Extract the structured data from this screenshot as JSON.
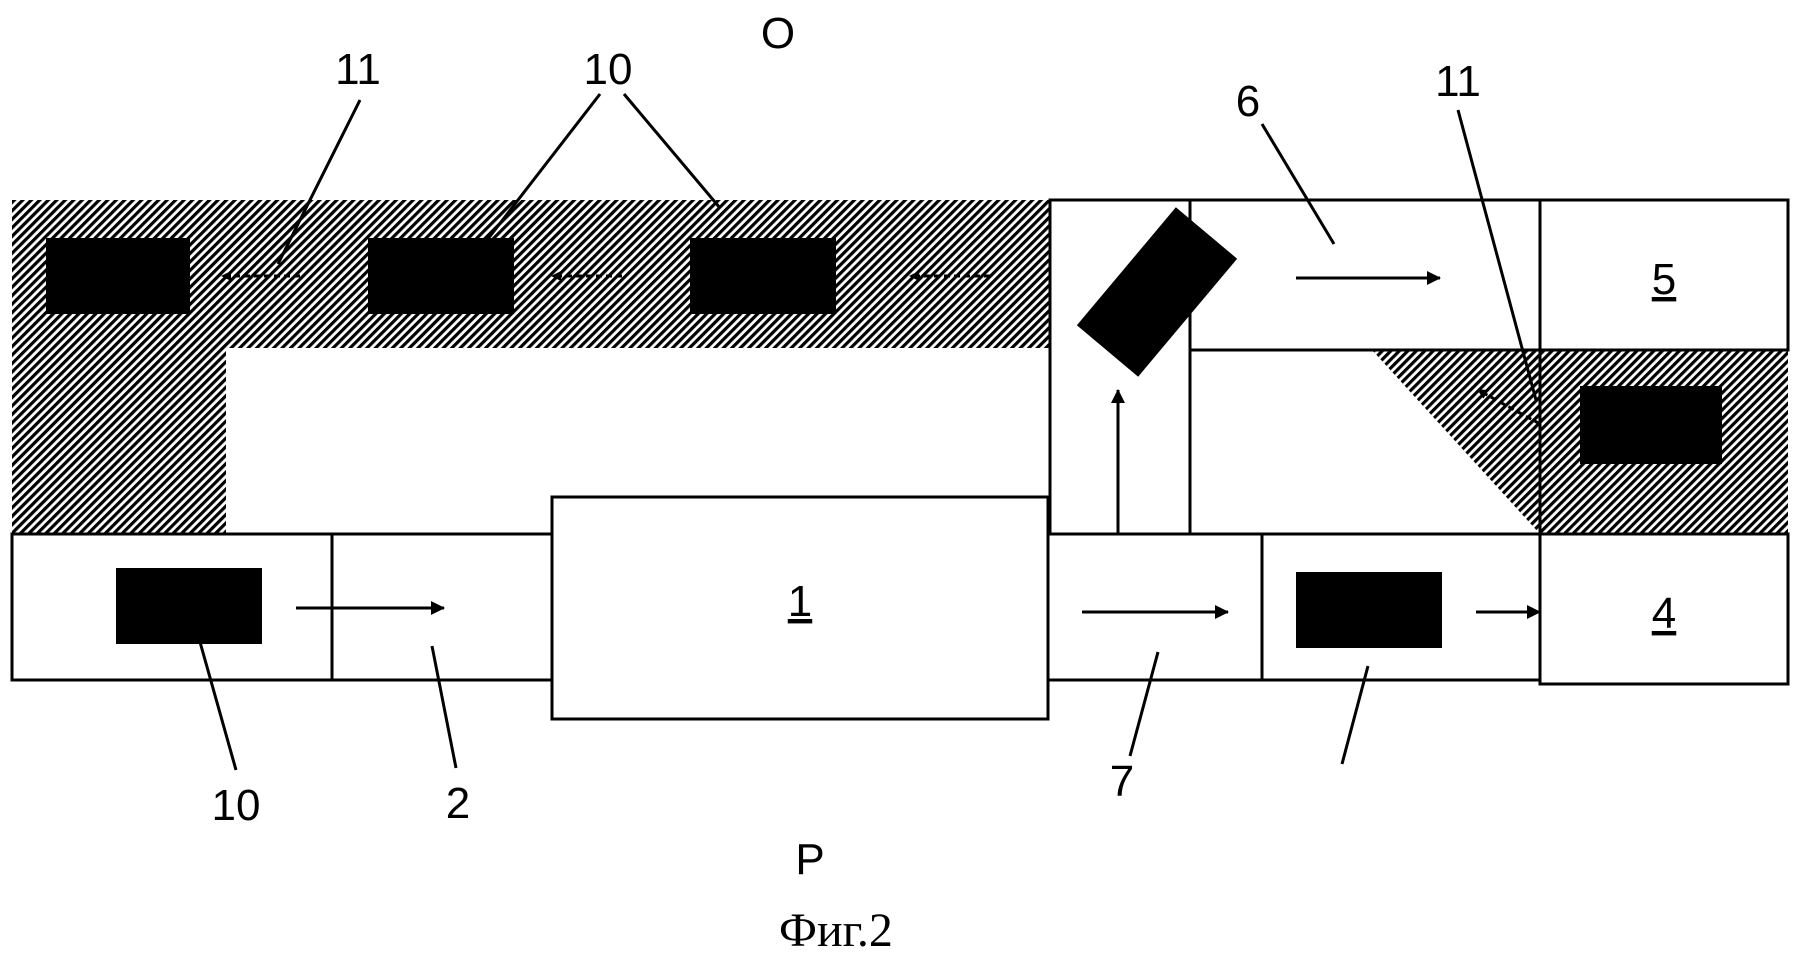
{
  "labels": {
    "top": "O",
    "bottom": "P",
    "caption": "Фиг.2",
    "unit_1": "1",
    "unit_2": "2",
    "unit_4": "4",
    "unit_5": "5",
    "unit_6": "6",
    "unit_7": "7",
    "ref_10_top": "10",
    "ref_10_bottom": "10",
    "ref_11_left": "11",
    "ref_11_right": "11"
  },
  "colors": {
    "ink": "#000000",
    "background": "#ffffff"
  }
}
